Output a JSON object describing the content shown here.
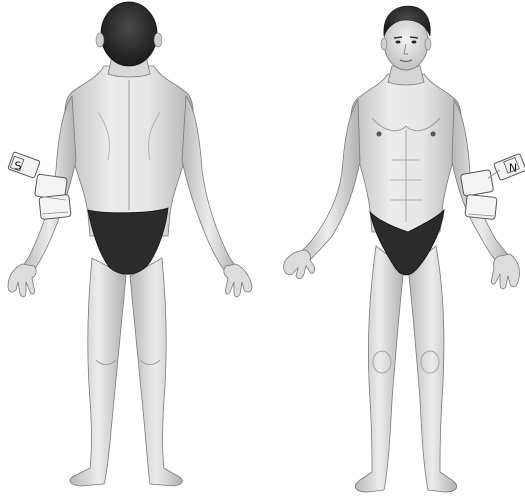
{
  "figures": [
    {
      "view": "back",
      "magnet_label": "S"
    },
    {
      "view": "front",
      "magnet_label": "N"
    }
  ],
  "colors": {
    "background": "#ffffff",
    "skin_light": "#efefef",
    "skin_mid": "#cfcfcf",
    "skin_shadow": "#a8a8a8",
    "outline": "#6e6e6e",
    "hair": "#262626",
    "underwear": "#2b2b2b",
    "magnet_fill": "#f4f4f4",
    "magnet_stroke": "#555555"
  }
}
